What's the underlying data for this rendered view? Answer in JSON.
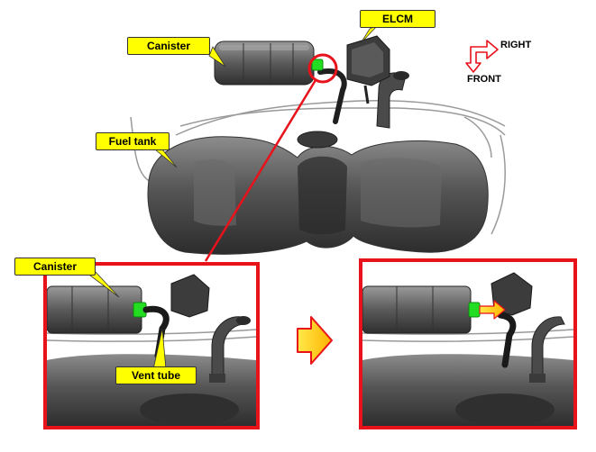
{
  "labels": {
    "elcm": "ELCM",
    "canister_top": "Canister",
    "fuel_tank": "Fuel tank",
    "canister_detail": "Canister",
    "vent_tube": "Vent tube"
  },
  "orientation": {
    "right": "RIGHT",
    "front": "FRONT"
  },
  "colors": {
    "callout_fill": "#ffff00",
    "detail_frame": "#e8121b",
    "highlight_connector": "#22dd22",
    "flow_arrow": "#ffd700",
    "orientation_arrow": "#e8121b"
  },
  "icons": {
    "transition_arrow": "right-arrow-icon",
    "orientation_arrow": "bent-arrow-icon"
  }
}
